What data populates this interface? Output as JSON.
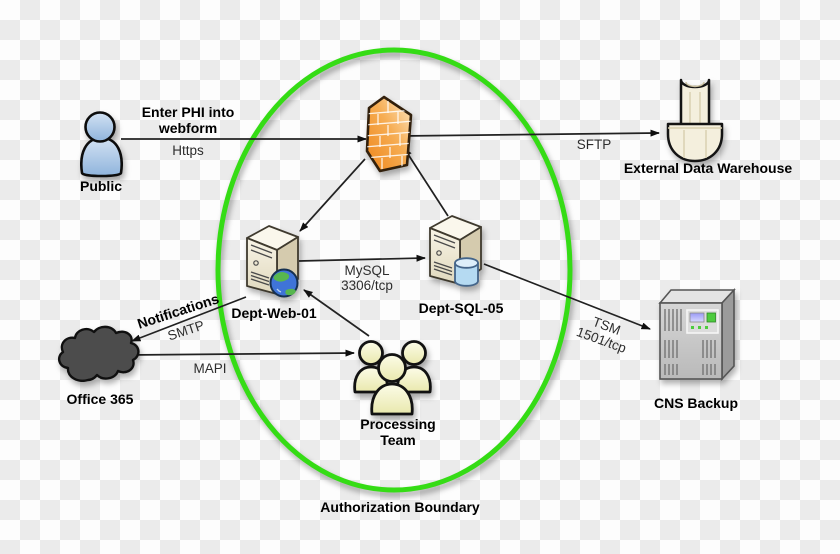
{
  "boundary": {
    "label": "Authorization Boundary",
    "color": "#35dc15"
  },
  "nodes": {
    "public": {
      "label": "Public",
      "icon": "person-icon"
    },
    "firewall": {
      "icon": "firewall-icon"
    },
    "external_warehouse": {
      "label": "External Data Warehouse",
      "icon": "data-warehouse-icon"
    },
    "dept_web_01": {
      "label": "Dept-Web-01",
      "icon": "web-server-icon"
    },
    "dept_sql_05": {
      "label": "Dept-SQL-05",
      "icon": "database-server-icon"
    },
    "office_365": {
      "label": "Office 365",
      "icon": "cloud-icon"
    },
    "processing_team": {
      "label": "Processing Team",
      "icon": "team-icon"
    },
    "cns_backup": {
      "label": "CNS Backup",
      "icon": "backup-server-icon"
    }
  },
  "edges": {
    "public_to_firewall": {
      "label": "Enter PHI into webform",
      "protocol": "Https"
    },
    "firewall_to_warehouse": {
      "protocol": "SFTP"
    },
    "web_to_sql": {
      "protocol": "MySQL 3306/tcp"
    },
    "web_to_office365": {
      "label": "Notifications",
      "protocol": "SMTP"
    },
    "office365_to_team": {
      "protocol": "MAPI"
    },
    "sql_to_backup": {
      "protocol": "TSM 1501/tcp"
    }
  },
  "colors": {
    "boundary_green": "#35dc15",
    "firewall_orange": "#ef8c20",
    "server_cream": "#f2edda",
    "cloud_gray": "#4c4c4c",
    "team_yellow": "#f2f1bd",
    "backup_gray": "#c6c6c6",
    "person_blue": "#a9c9ea"
  }
}
